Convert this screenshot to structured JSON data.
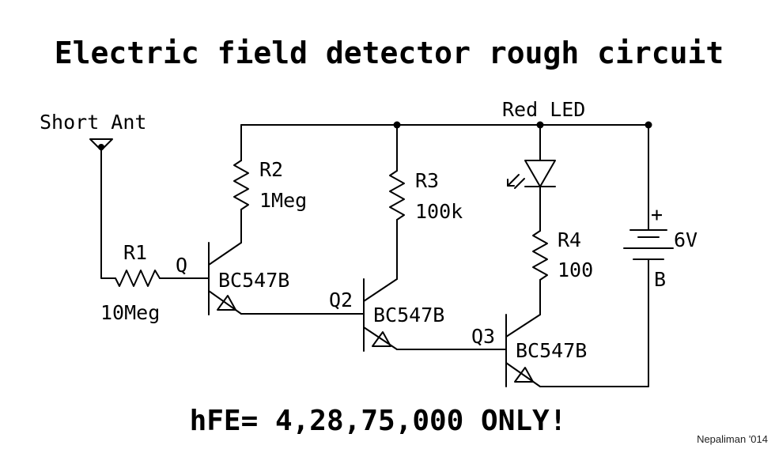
{
  "title": "Electric field detector rough circuit",
  "footer": {
    "hfe": "hFE= 4,28,75,000 ONLY!",
    "credit": "Nepaliman '014"
  },
  "components": {
    "antenna": {
      "label": "Short Ant"
    },
    "r1": {
      "ref": "R1",
      "value": "10Meg"
    },
    "r2": {
      "ref": "R2",
      "value": "1Meg"
    },
    "r3": {
      "ref": "R3",
      "value": "100k"
    },
    "r4": {
      "ref": "R4",
      "value": "100"
    },
    "led": {
      "label": "Red LED"
    },
    "battery": {
      "plus": "+",
      "value": "6V",
      "ref": "B"
    },
    "q1": {
      "ref": "Q",
      "part": "BC547B"
    },
    "q2": {
      "ref": "Q2",
      "part": "BC547B"
    },
    "q3": {
      "ref": "Q3",
      "part": "BC547B"
    }
  }
}
